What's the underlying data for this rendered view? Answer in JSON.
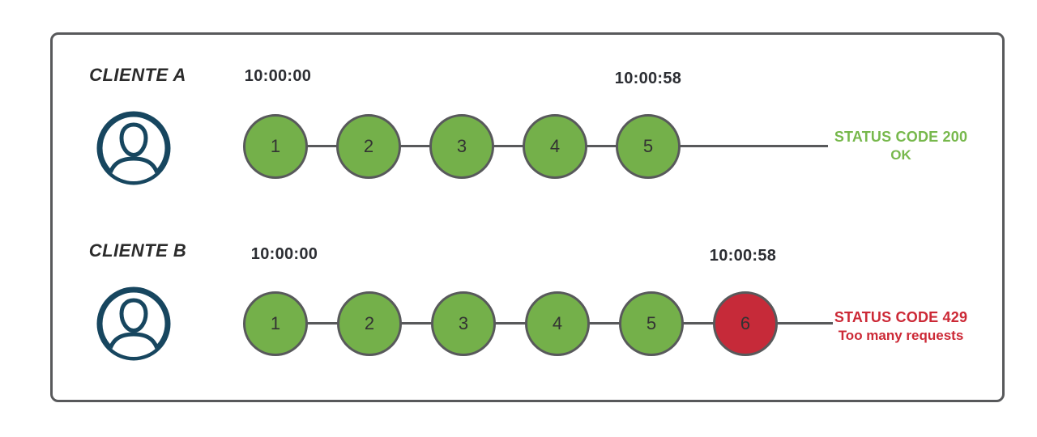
{
  "diagram": {
    "colors": {
      "request_ok_fill": "#74b04a",
      "request_blocked_fill": "#c62a39",
      "stroke_gray": "#58595b",
      "avatar_navy": "#17465f",
      "status_ok_text": "#77b84c",
      "status_error_text": "#cc2936"
    },
    "rows": [
      {
        "client_label": "CLIENTE A",
        "start_time": "10:00:00",
        "end_time": "10:00:58",
        "requests": [
          "1",
          "2",
          "3",
          "4",
          "5"
        ],
        "status_line1": "STATUS CODE 200",
        "status_line2": "OK"
      },
      {
        "client_label": "CLIENTE B",
        "start_time": "10:00:00",
        "end_time": "10:00:58",
        "requests": [
          "1",
          "2",
          "3",
          "4",
          "5",
          "6"
        ],
        "status_line1": "STATUS CODE 429",
        "status_line2": "Too many requests"
      }
    ]
  }
}
